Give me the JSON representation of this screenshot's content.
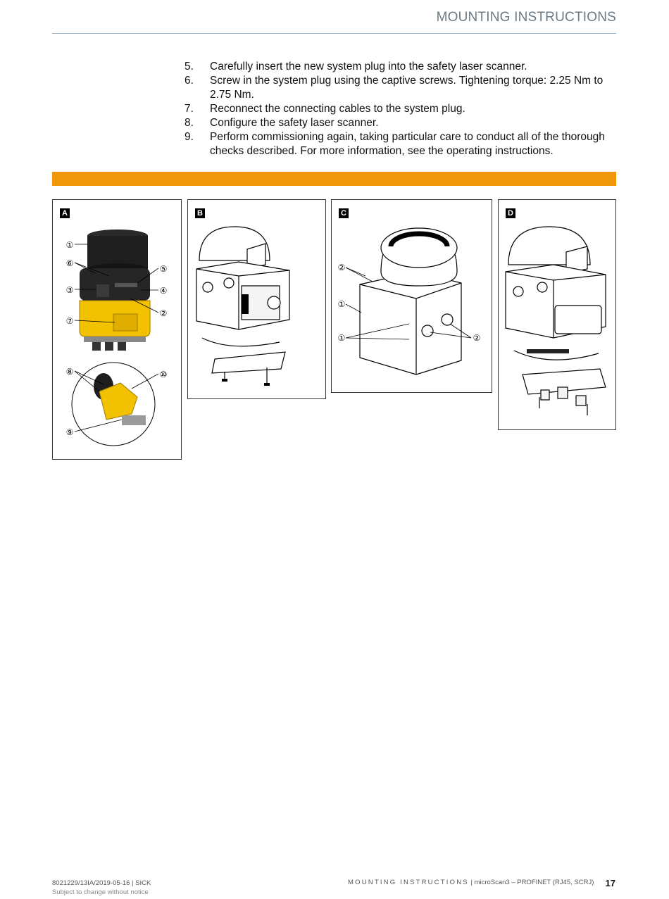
{
  "header": {
    "title": "MOUNTING INSTRUCTIONS"
  },
  "steps": [
    {
      "num": "5.",
      "text": "Carefully insert the new system plug into the safety laser scanner."
    },
    {
      "num": "6.",
      "text": "Screw in the system plug using the captive screws. Tightening torque: 2.25 Nm to 2.75 Nm."
    },
    {
      "num": "7.",
      "text": "Reconnect the connecting cables to the system plug."
    },
    {
      "num": "8.",
      "text": "Configure the safety laser scanner."
    },
    {
      "num": "9.",
      "text": "Perform commissioning again, taking particular care to conduct all of the thorough checks described. For more information, see the operating instructions."
    }
  ],
  "colors": {
    "accent_bar": "#f0960a",
    "header_text": "#6b7a85",
    "header_rule": "#9ab4c6",
    "device_yellow": "#f2c200"
  },
  "figures": {
    "a": {
      "letter": "A",
      "callouts": [
        "①",
        "⑥",
        "⑤",
        "③",
        "④",
        "②",
        "⑦",
        "⑧",
        "⑩",
        "⑨"
      ]
    },
    "b": {
      "letter": "B"
    },
    "c": {
      "letter": "C",
      "callouts": [
        "②",
        "①",
        "①",
        "②"
      ]
    },
    "d": {
      "letter": "D"
    }
  },
  "footer": {
    "doc_id": "8021229/13IA/2019-05-16 | SICK",
    "notice": "Subject to change without notice",
    "doc_type": "MOUNTING INSTRUCTIONS",
    "product": "| microScan3 – PROFINET (RJ45, SCRJ)",
    "page": "17"
  }
}
